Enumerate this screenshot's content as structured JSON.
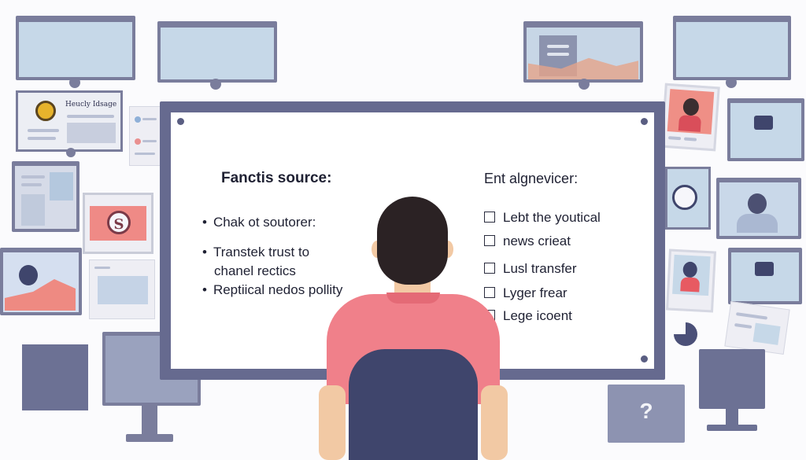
{
  "board": {
    "left_heading": "Fanctis source:",
    "left_items": [
      "Chak ot soutorer:",
      "Transtek trust to",
      "chanel rectics",
      "Reptiical nedos pollity"
    ],
    "right_heading": "Ent algnevicer:",
    "checklist": [
      "Lebt the youtical",
      "news crieat",
      "Lusl transfer",
      "Lyger frear",
      "Lege icoent"
    ]
  },
  "side_cards": {
    "top_left_card_title": "Heucly Idsage",
    "badge_letter": "S",
    "question_mark": "?"
  },
  "colors": {
    "frame": "#666a8f",
    "screen": "#c6d8e8",
    "shirt": "#f0808a",
    "chair": "#3f456c",
    "hair": "#2b2224",
    "skin": "#f2c9a4"
  },
  "icons": [
    "chat-bubble-icon",
    "pie-chart-icon",
    "question-icon",
    "avatar-icon"
  ]
}
